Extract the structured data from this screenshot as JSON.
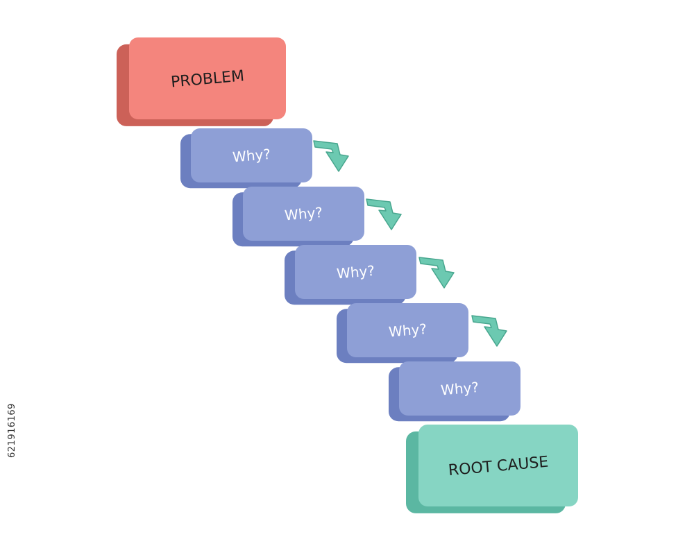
{
  "diagram": {
    "problem_label": "PROBLEM",
    "why_label": "Why?",
    "root_cause_label": "ROOT CAUSE",
    "why_count": 5
  },
  "watermark": {
    "stock_id": "621916169"
  },
  "colors": {
    "problem_front": "#f4857d",
    "problem_side": "#cc6158",
    "why_front": "#8e9fd6",
    "why_side": "#6c7fc0",
    "root_front": "#86d5c3",
    "root_side": "#5bb7a2",
    "arrow": "#6cc9b1",
    "arrow_dark": "#47a68e"
  }
}
